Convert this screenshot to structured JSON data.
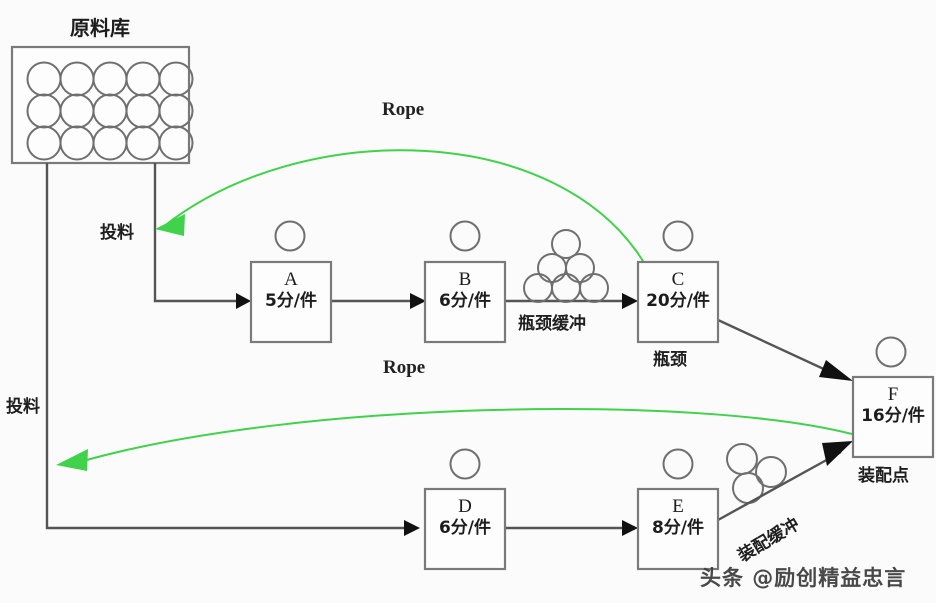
{
  "diagram": {
    "title_warehouse": "原料库",
    "feed_label_top": "投料",
    "feed_label_bottom": "投料",
    "rope_label_top": "Rope",
    "rope_label_bottom": "Rope",
    "bottleneck_buffer_label": "瓶颈缓冲",
    "bottleneck_label": "瓶颈",
    "assembly_buffer_label": "装配缓冲",
    "assembly_point_label": "装配点",
    "rope_color": "#3fd24a",
    "line_color": "#555555",
    "box_border_color": "#7a7a7a",
    "stations": [
      {
        "id": "A",
        "rate": "5分/件"
      },
      {
        "id": "B",
        "rate": "6分/件"
      },
      {
        "id": "C",
        "rate": "20分/件"
      },
      {
        "id": "D",
        "rate": "6分/件"
      },
      {
        "id": "E",
        "rate": "8分/件"
      },
      {
        "id": "F",
        "rate": "16分/件"
      }
    ],
    "warehouse_stock_circles": 15,
    "bottleneck_buffer_circles": 6,
    "assembly_buffer_circles": 3,
    "watermark": "头条 @励创精益忠言"
  }
}
